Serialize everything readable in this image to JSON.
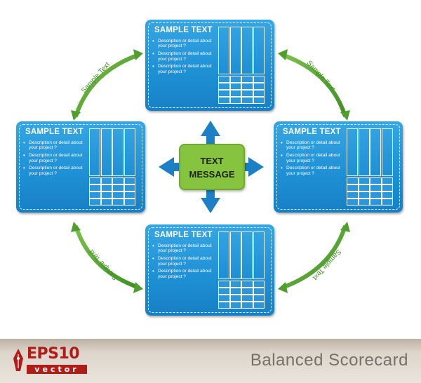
{
  "cards": [
    {
      "id": "top",
      "title": "SAMPLE TEXT",
      "bullets": [
        "Description or detail about your project ?",
        "Description or detail about your project ?",
        "Description or detail about your project ?"
      ]
    },
    {
      "id": "left",
      "title": "SAMPLE TEXT",
      "bullets": [
        "Description or detail about your project ?",
        "Description or detail about your project ?",
        "Description or detail about your project ?"
      ]
    },
    {
      "id": "right",
      "title": "SAMPLE TEXT",
      "bullets": [
        "Description or detail about your project ?",
        "Description or detail about your project ?",
        "Description or detail about your project ?"
      ]
    },
    {
      "id": "bottom",
      "title": "SAMPLE TEXT",
      "bullets": [
        "Description or detail about your project ?",
        "Description or detail about your project ?",
        "Description or detail about your project ?"
      ]
    }
  ],
  "center": {
    "line1": "TEXT",
    "line2": "MESSAGE"
  },
  "arrow_labels": {
    "top_left": "Sample Text",
    "top_right": "Sample Text",
    "bottom_left": "Sample Text",
    "bottom_right": "Sample Text"
  },
  "footer": {
    "badge_main": "EPS10",
    "badge_sub": "vector",
    "caption": "Balanced  Scorecard"
  },
  "colors": {
    "card_blue": "#1e8fd4",
    "arrow_green": "#5aa832",
    "center_green": "#86c440",
    "center_arrow_blue": "#1d7fc4",
    "badge_red": "#b01c17"
  }
}
